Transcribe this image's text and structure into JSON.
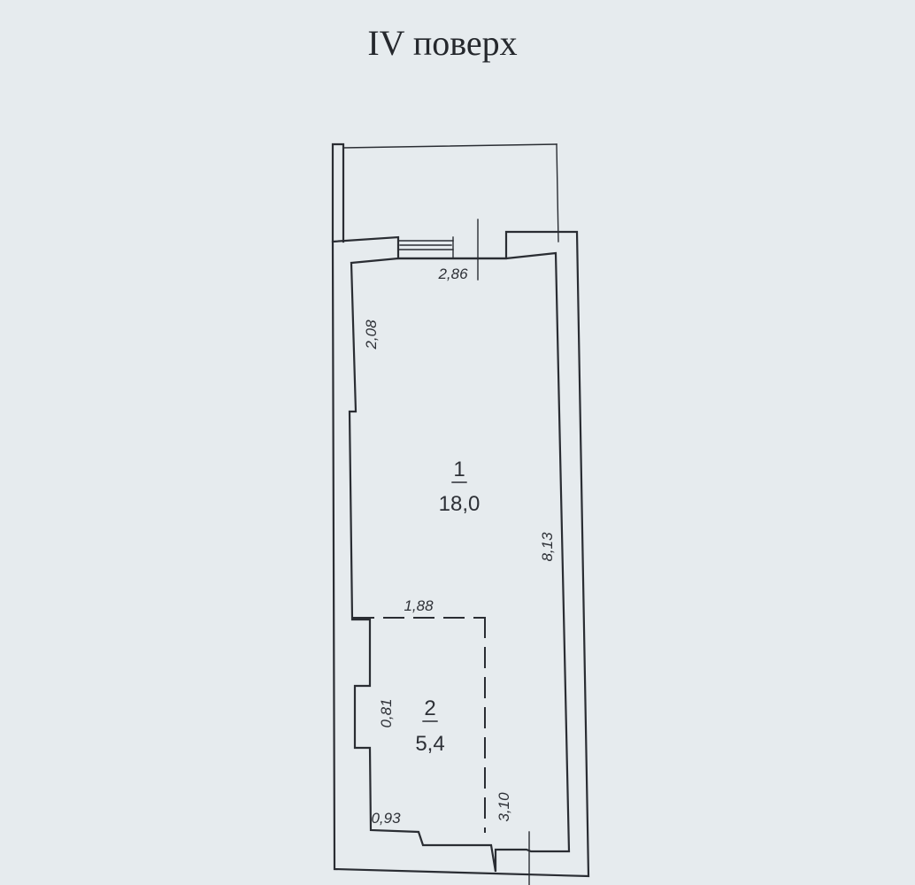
{
  "title": "IV поверх",
  "rooms": [
    {
      "number": "1",
      "area": "18,0"
    },
    {
      "number": "2",
      "area": "5,4"
    }
  ],
  "dimensions": {
    "top_width": "2,86",
    "left_upper": "2,08",
    "right_length": "8,13",
    "partition_width": "1,88",
    "left_niche": "0,81",
    "bottom_left": "0,93",
    "bottom_right": "3,10"
  },
  "colors": {
    "paper": "#e6ebee",
    "ink": "#2a2d33"
  }
}
